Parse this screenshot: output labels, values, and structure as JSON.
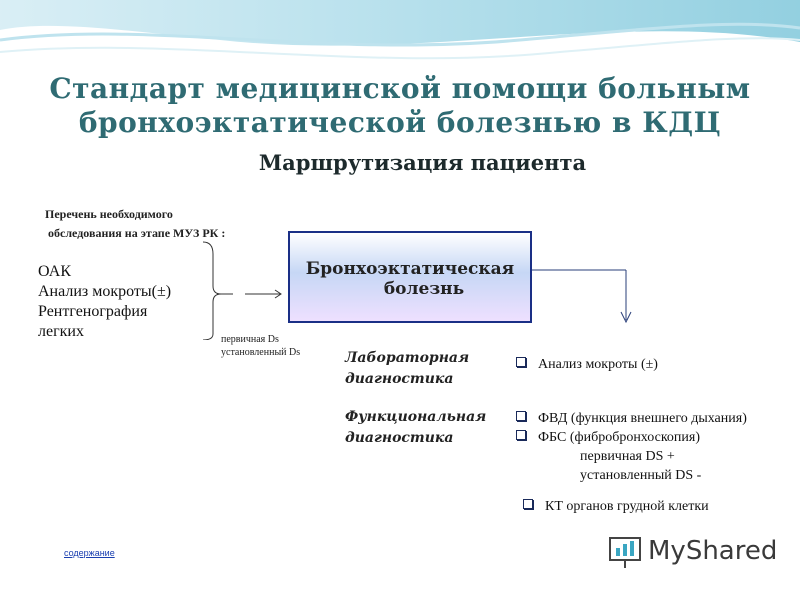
{
  "title": {
    "line1": "Стандарт медицинской помощи больным",
    "line2": "бронхоэктатической болезнью  в  КДЦ"
  },
  "subtitle": "Маршрутизация пациента",
  "exam_list": {
    "header_line1": "Перечень необходимого",
    "header_line2": "обследования  на этапе МУЗ РК :",
    "items": [
      "ОАК",
      "Анализ мокроты(±)",
      "Рентгенография",
      "легких"
    ]
  },
  "ds_note": {
    "line1": "первичная Ds",
    "line2": "установленный  Ds"
  },
  "main_box": {
    "line1": "Бронхоэктатическая",
    "line2": "болезнь"
  },
  "sections": {
    "lab": {
      "line1": "Лабораторная",
      "line2": "диагностика",
      "items": [
        "Анализ мокроты   (±)"
      ]
    },
    "func": {
      "line1": "Функциональная",
      "line2": "диагностика",
      "item1": "ФВД (функция внешнего дыхания)",
      "item2": "ФБС  (фибробронхоскопия)",
      "item2_note1": "первичная DS  +",
      "item2_note2": "установленный DS  -"
    },
    "ct": "КТ органов грудной клетки"
  },
  "link": "содержание",
  "logo": "MyShared",
  "colors": {
    "title": "#2f6b73",
    "box_border": "#1a2f86",
    "wave": "#7ec6d8"
  }
}
